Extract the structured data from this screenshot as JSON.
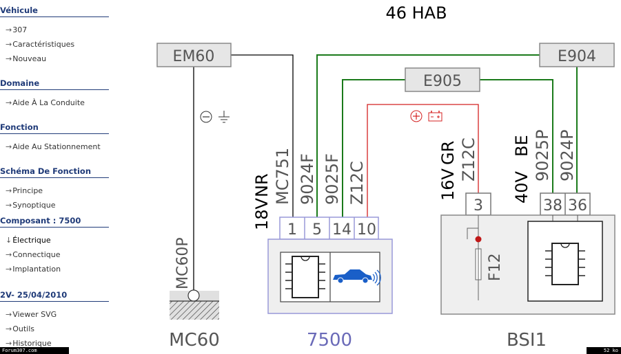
{
  "sidebar": {
    "sections": [
      {
        "title": "Véhicule",
        "items": [
          "307",
          "Caractéristiques",
          "Nouveau"
        ]
      },
      {
        "title": "Domaine",
        "items": [
          "Aide À La Conduite"
        ]
      },
      {
        "title": "Fonction",
        "items": [
          "Aide Au Stationnement"
        ]
      },
      {
        "title": "Schéma De Fonction",
        "items": [
          "Principe",
          "Synoptique"
        ]
      },
      {
        "title": "Composant : 7500",
        "items": [
          "Électrique",
          "Connectique",
          "Implantation"
        ]
      },
      {
        "title": "2V- 25/04/2010",
        "items": [
          "Viewer SVG",
          "Outils",
          "Historique"
        ]
      }
    ]
  },
  "diagram": {
    "title": "46 HAB",
    "connectors": {
      "em60": "EM60",
      "e904": "E904",
      "e905": "E905"
    },
    "ground_label": "MC60P",
    "wire_group_left": {
      "voltage": "18V",
      "color": "NR",
      "wires": [
        "MC751",
        "9024F",
        "9025F",
        "Z12C"
      ]
    },
    "pins_7500": [
      "1",
      "5",
      "14",
      "10"
    ],
    "wire_group_f12": {
      "voltage": "16V",
      "color": "GR",
      "wire": "Z12C"
    },
    "wire_group_bsi": {
      "voltage": "40V",
      "color": "BE",
      "wires": [
        "9025P",
        "9024P"
      ]
    },
    "pins_bsi": {
      "f12": "3",
      "ic": [
        "38",
        "36"
      ]
    },
    "fuse_label": "F12",
    "components": {
      "mc60": "MC60",
      "c7500": "7500",
      "bsi": "BSI1"
    },
    "colors": {
      "green": "#1a7a1a",
      "red": "#d42020",
      "blue": "#1a5fc8",
      "purple_border": "#9898d8"
    }
  },
  "footer": {
    "left": "Forum307.com",
    "right": "52 ko"
  }
}
